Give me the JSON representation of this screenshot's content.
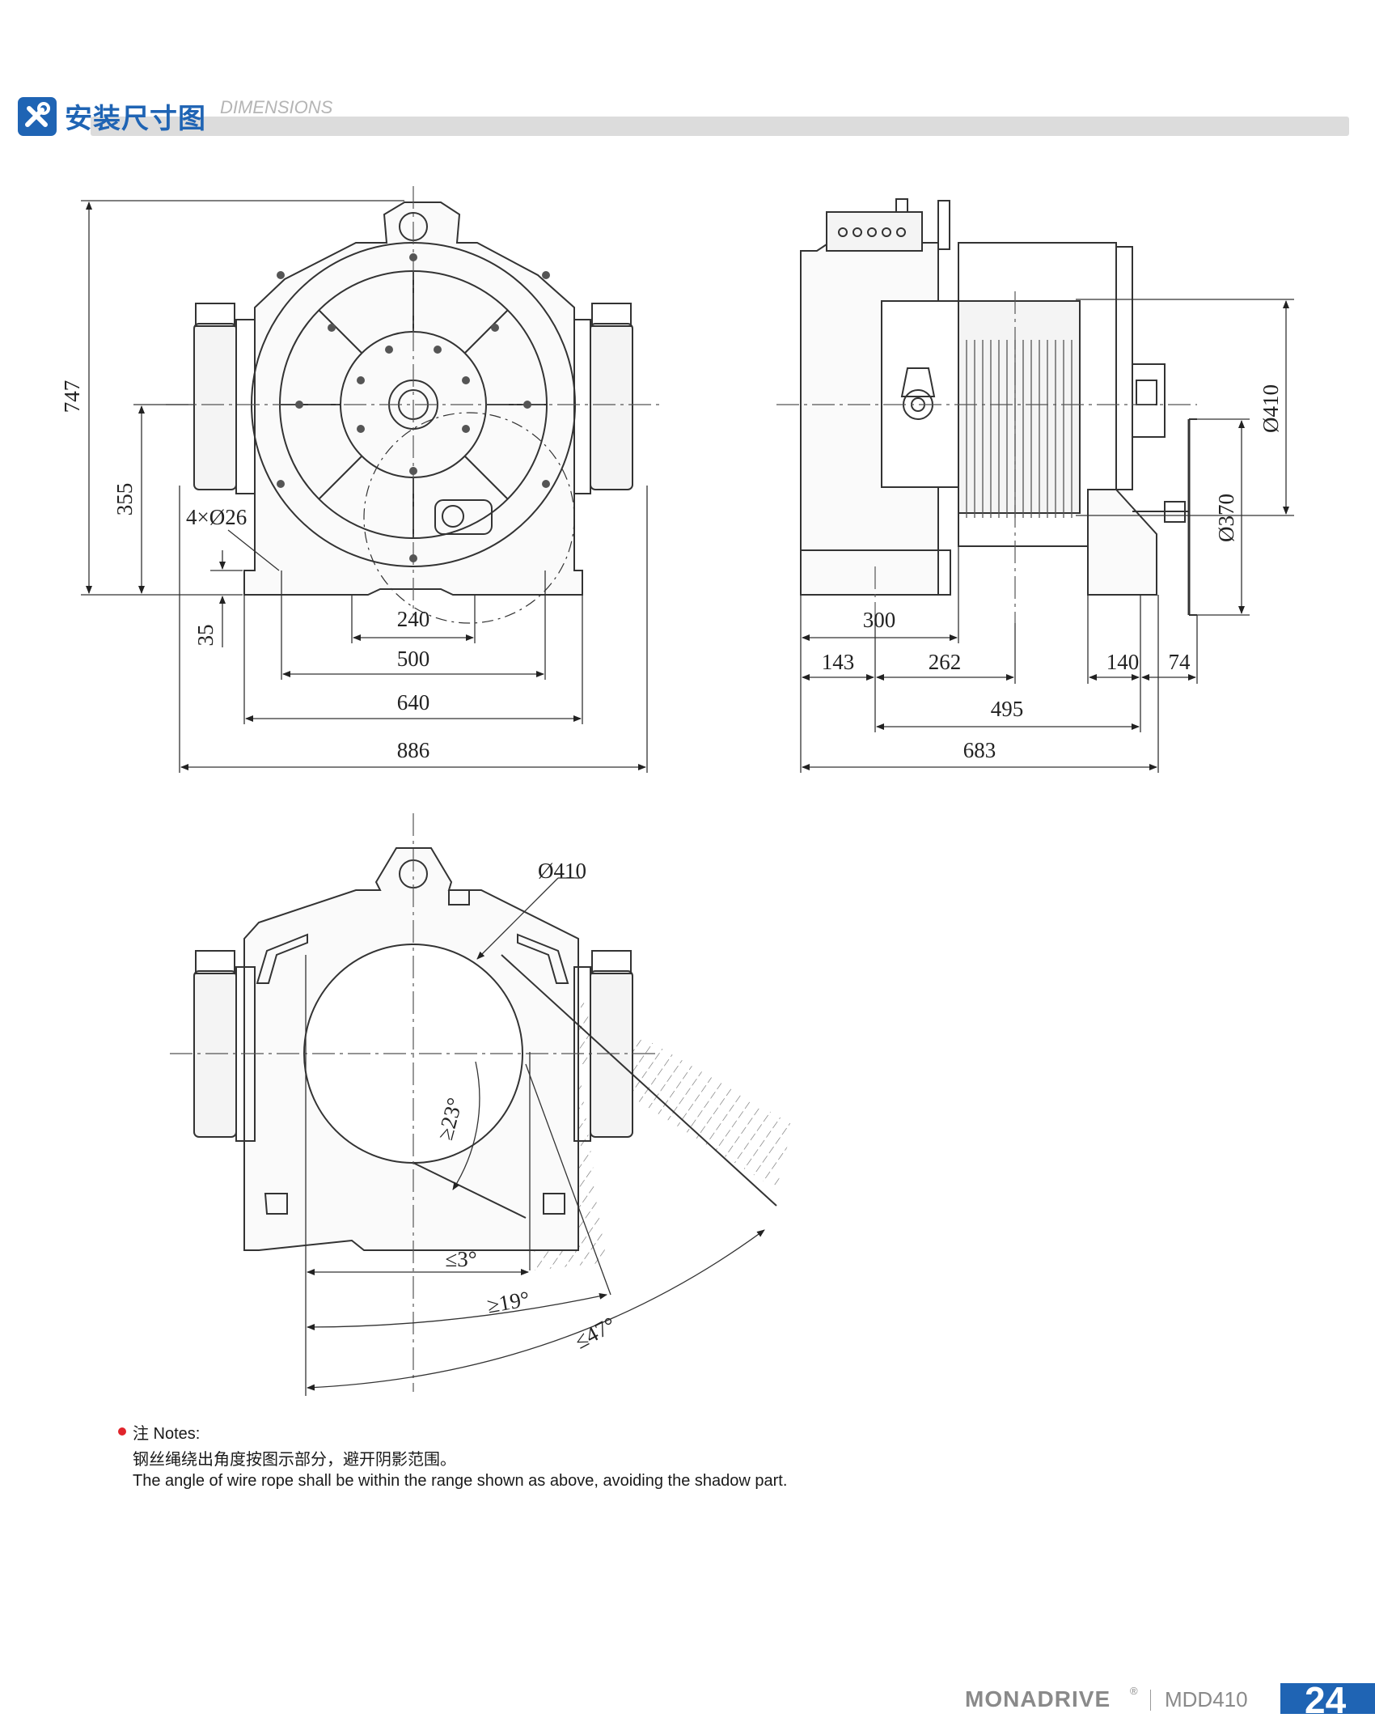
{
  "header": {
    "title_cn": "安装尺寸图",
    "title_en": "DIMENSIONS",
    "accent_color": "#1f64b4",
    "icon": "tools-icon"
  },
  "front_view": {
    "dims": {
      "overall_height": "747",
      "shaft_height": "355",
      "holes": "4×Ø26",
      "base_thickness": "35",
      "hole_span_inner": "240",
      "hole_span_outer": "500",
      "base_width": "640",
      "overall_width": "886"
    }
  },
  "side_view": {
    "dims": {
      "sheave_diameter": "Ø410",
      "handwheel_diameter": "Ø370",
      "brake_depth": "300",
      "d143": "143",
      "d262": "262",
      "d140": "140",
      "d74": "74",
      "d495": "495",
      "overall_depth": "683"
    }
  },
  "rope_view": {
    "dims": {
      "sheave": "Ø410",
      "angle_min_23": "≥23°",
      "angle_max_3": "≤3°",
      "angle_min_19": "≥19°",
      "angle_max_47": "≤47°"
    }
  },
  "notes": {
    "heading": "注 Notes:",
    "line_cn": "钢丝绳绕出角度按图示部分，避开阴影范围。",
    "line_en": "The angle of wire rope shall be within the range shown as above, avoiding the shadow part."
  },
  "footer": {
    "brand": "MONADRIVE",
    "reg": "®",
    "model": "MDD410",
    "page": "24"
  }
}
